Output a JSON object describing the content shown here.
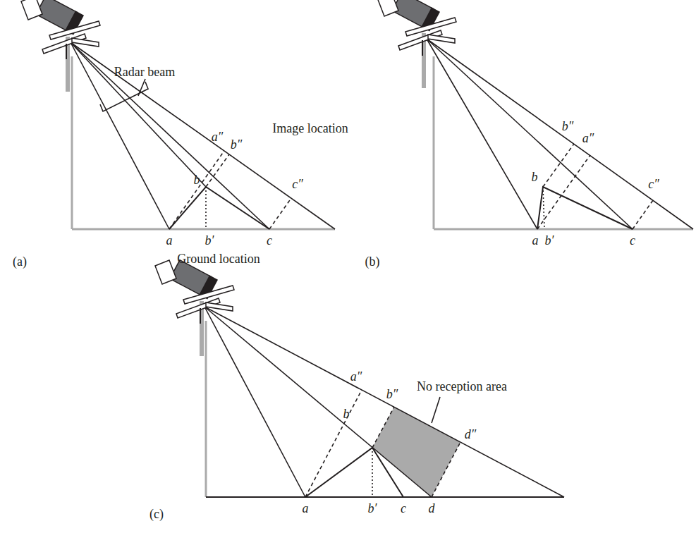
{
  "diagram": {
    "labels": [
      "Radar beam",
      "a″",
      "b″",
      "Image location",
      "c″",
      "b",
      "a",
      "b′",
      "c",
      "Ground location",
      "(a)",
      "b″",
      "a″",
      "b",
      "c″",
      "a",
      "b′",
      "c",
      "(b)",
      "a″",
      "b″",
      "No reception area",
      "d″",
      "b",
      "a",
      "b′",
      "c",
      "d",
      "(c)"
    ]
  }
}
